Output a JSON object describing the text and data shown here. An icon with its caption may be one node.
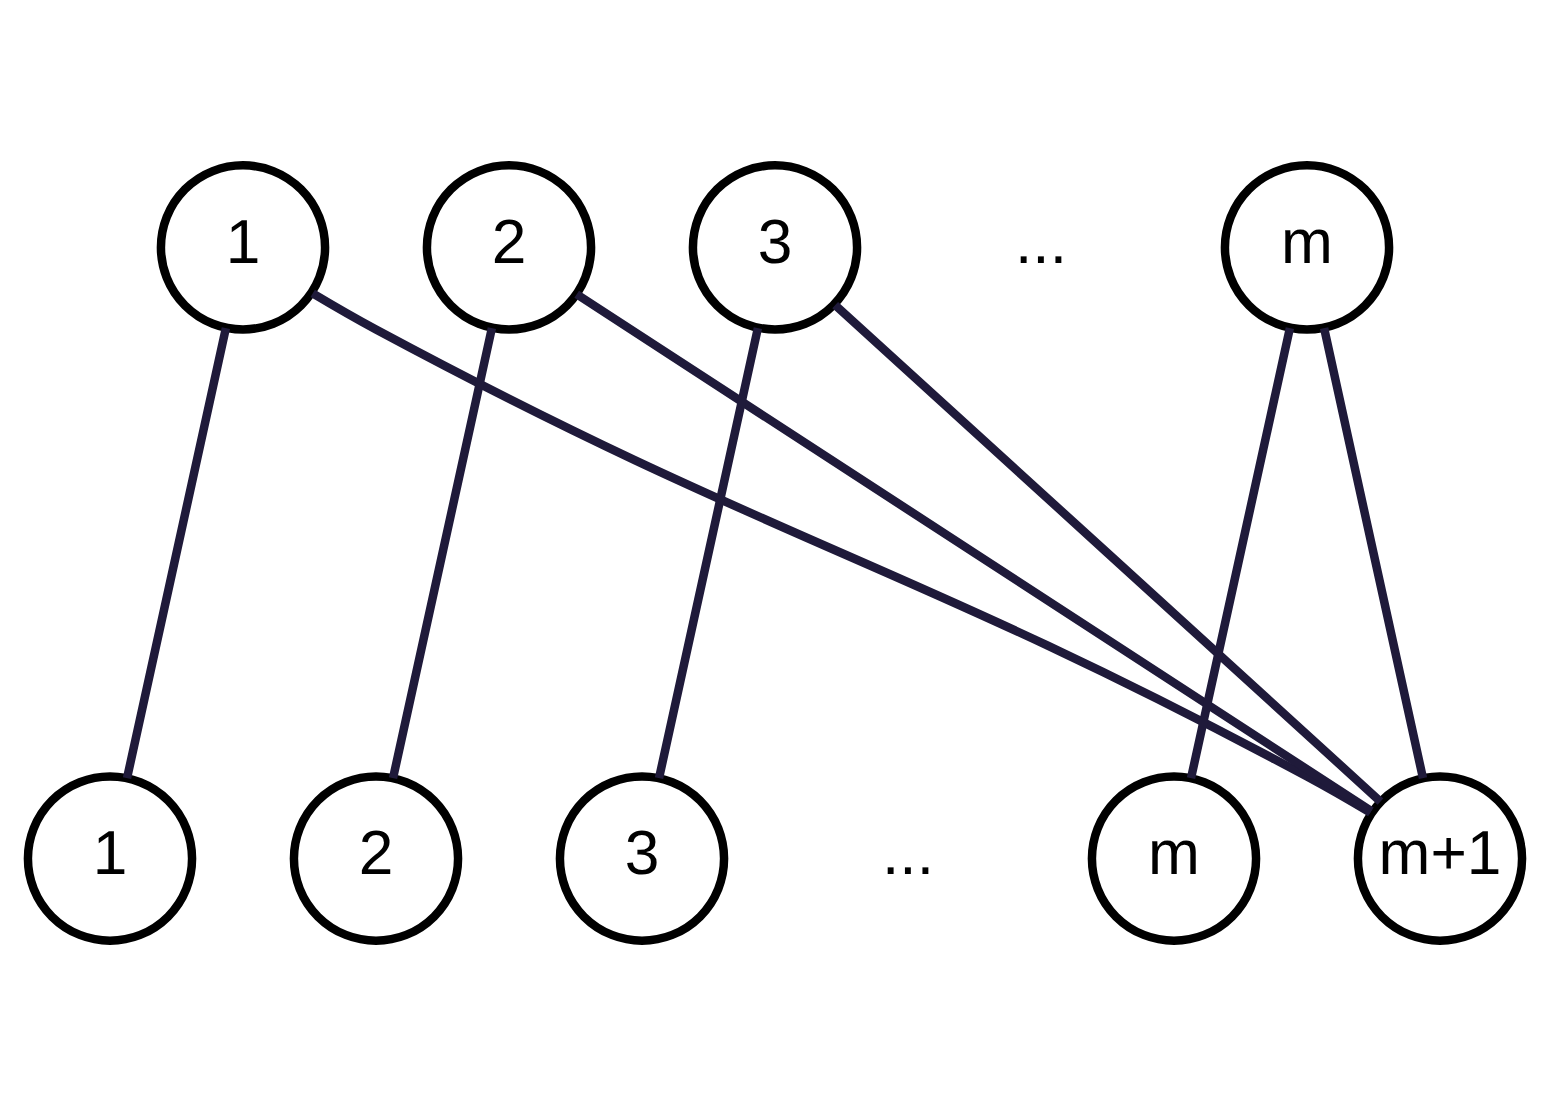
{
  "diagram": {
    "nodes": [
      {
        "text": [
          "1"
        ]
      },
      {
        "text": [
          "2"
        ]
      },
      {
        "text": [
          "3"
        ]
      },
      {
        "text": [
          "m"
        ]
      },
      {
        "text": [
          "1"
        ]
      },
      {
        "text": [
          "2"
        ]
      },
      {
        "text": [
          "3"
        ]
      },
      {
        "text": [
          "m"
        ]
      },
      {
        "text": [
          "m+1"
        ]
      }
    ],
    "edges": [
      {
        "from": 0,
        "to": 4,
        "arrow": "none"
      },
      {
        "from": 0,
        "to": 8,
        "arrow": "none"
      },
      {
        "from": 1,
        "to": 5,
        "arrow": "none"
      },
      {
        "from": 1,
        "to": 8,
        "arrow": "none"
      },
      {
        "from": 2,
        "to": 6,
        "arrow": "none"
      },
      {
        "from": 2,
        "to": 8,
        "arrow": "none"
      },
      {
        "from": 3,
        "to": 7,
        "arrow": "none"
      },
      {
        "from": 3,
        "to": 8,
        "arrow": "none"
      }
    ],
    "labels": [
      "...",
      "..."
    ]
  }
}
